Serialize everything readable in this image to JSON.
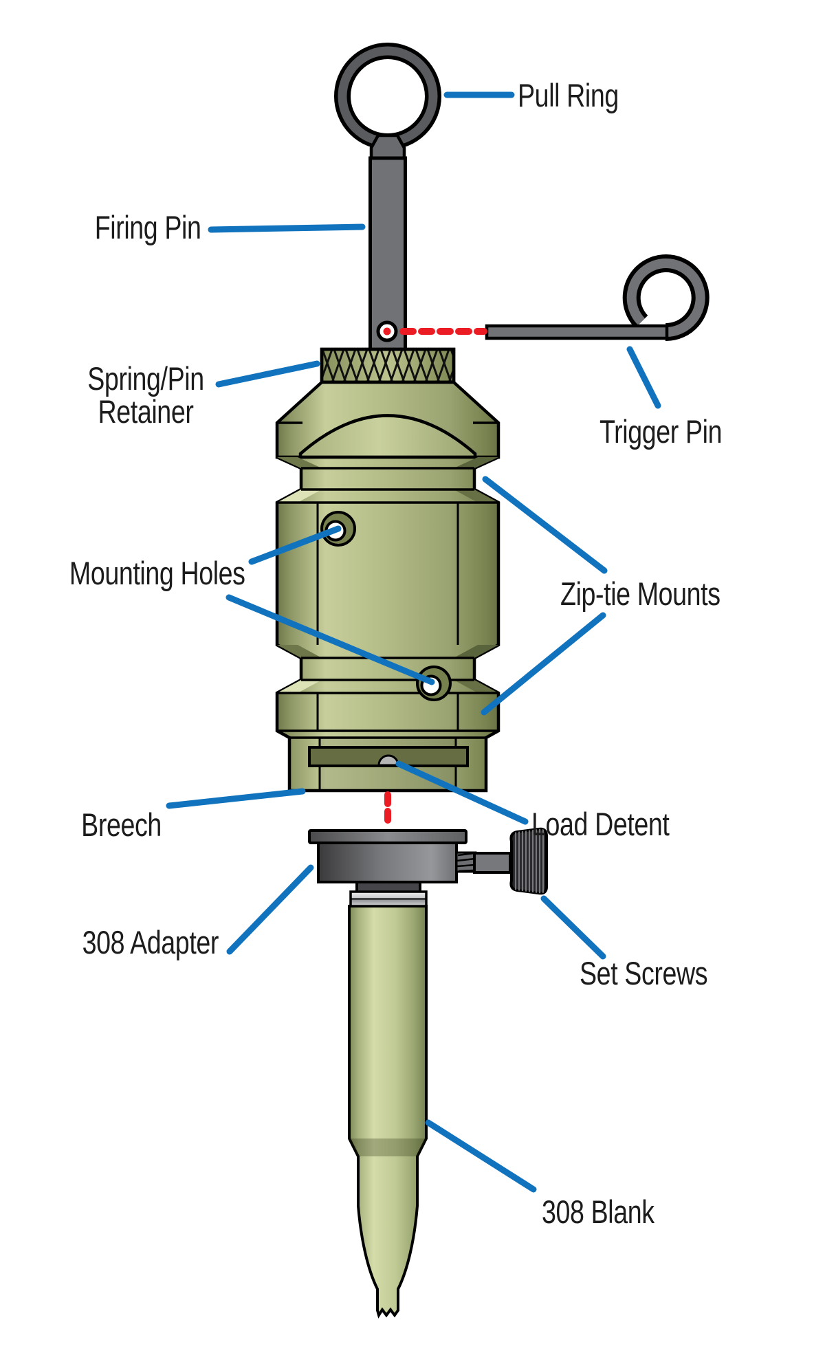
{
  "diagram": {
    "type": "labeled-parts-diagram",
    "subject": "Trip alarm device with 308 adapter and blank cartridge",
    "labels": {
      "pull_ring": "Pull Ring",
      "firing_pin": "Firing Pin",
      "spring_pin_retainer_line1": "Spring/Pin",
      "spring_pin_retainer_line2": "Retainer",
      "trigger_pin": "Trigger Pin",
      "mounting_holes": "Mounting Holes",
      "zip_tie_mounts": "Zip-tie Mounts",
      "load_detent": "Load Detent",
      "breech": "Breech",
      "adapter_308": "308 Adapter",
      "set_screws": "Set Screws",
      "blank_308": "308 Blank"
    },
    "colors": {
      "leader_blue": "#1173bd",
      "alignment_red": "#ec1c24",
      "body_olive": "#aab180",
      "metal_gray": "#717275",
      "text": "#1c1c1c",
      "background": "#ffffff"
    }
  }
}
